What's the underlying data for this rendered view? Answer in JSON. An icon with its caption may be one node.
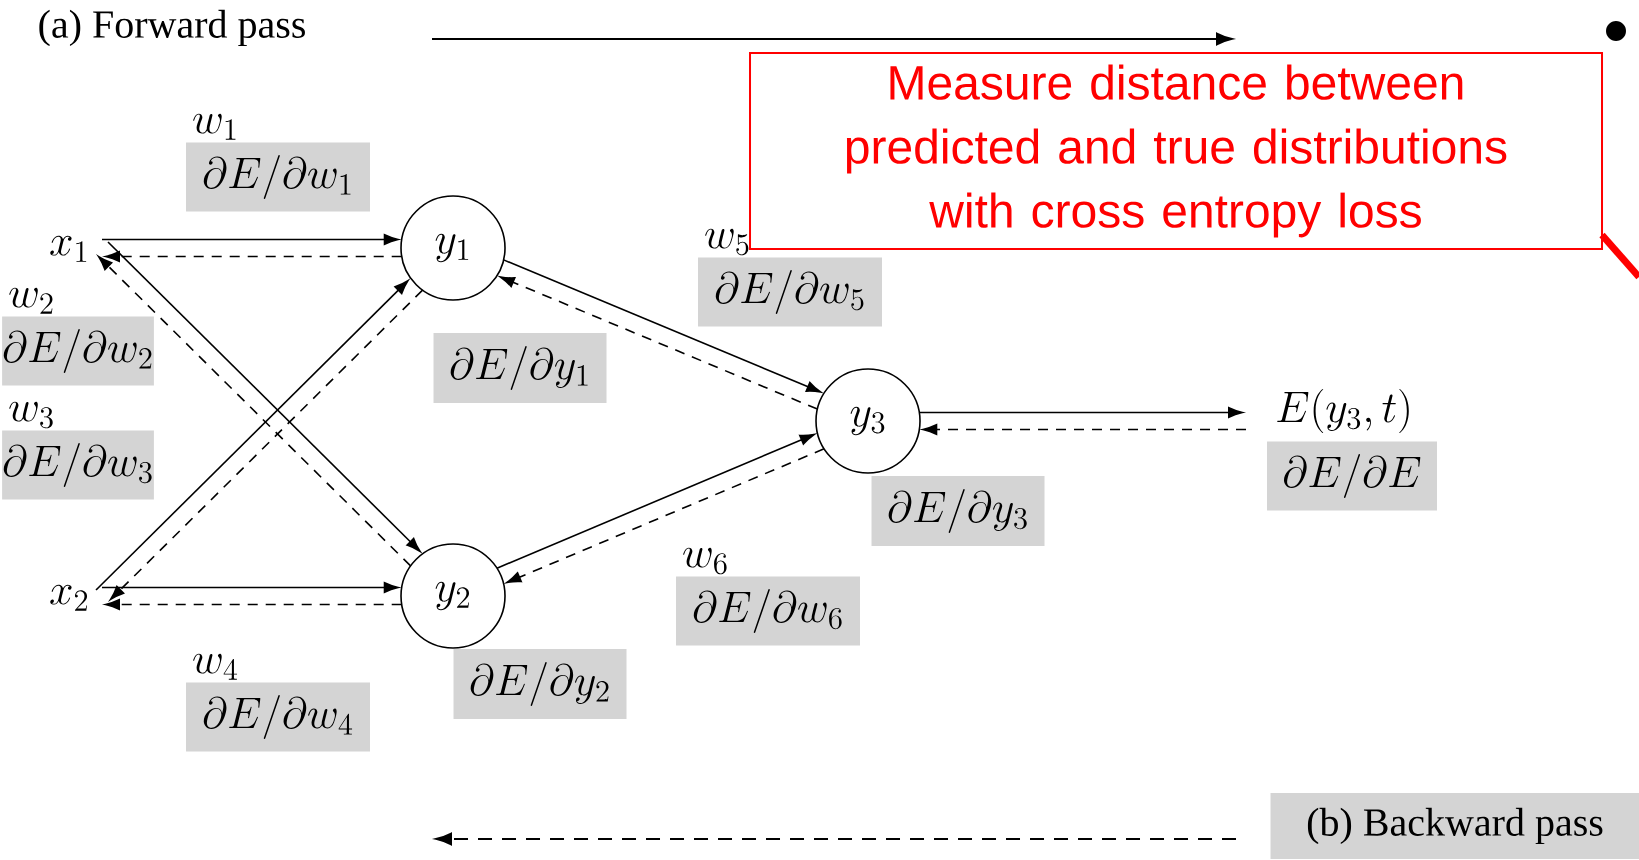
{
  "diagram": {
    "nodes": [
      {
        "text": [
          "x_1"
        ]
      },
      {
        "text": [
          "x_2"
        ]
      },
      {
        "text": [
          "y_1"
        ]
      },
      {
        "text": [
          "y_2"
        ]
      },
      {
        "text": [
          "y_3"
        ]
      },
      {
        "text": [
          "E(y_3,t)"
        ]
      },
      {
        "text": [
          "w_1",
          "\\partial E/\\partial w_1"
        ]
      },
      {
        "text": [
          "w_2",
          "\\partial E/\\partial w_2"
        ]
      },
      {
        "text": [
          "w_3",
          "\\partial E/\\partial w_3"
        ]
      },
      {
        "text": [
          "w_4",
          "\\partial E/\\partial w_4"
        ]
      },
      {
        "text": [
          "w_5",
          "\\partial E/\\partial w_5"
        ]
      },
      {
        "text": [
          "w_6",
          "\\partial E/\\partial w_6"
        ]
      },
      {
        "text": [
          "\\partial E/\\partial y_1"
        ]
      },
      {
        "text": [
          "\\partial E/\\partial y_2"
        ]
      },
      {
        "text": [
          "\\partial E/\\partial y_3"
        ]
      },
      {
        "text": [
          "\\partial E/\\partial E"
        ]
      },
      {
        "text": [
          "Measure distance between predicted and true distributions with cross entropy loss"
        ]
      },
      {
        "text": [
          "(b) Backward pass"
        ]
      }
    ],
    "edges": [
      {
        "from": 0,
        "to": 2,
        "arrow": "to"
      },
      {
        "from": 0,
        "to": 3,
        "arrow": "to"
      },
      {
        "from": 1,
        "to": 2,
        "arrow": "to"
      },
      {
        "from": 1,
        "to": 3,
        "arrow": "to"
      },
      {
        "from": 2,
        "to": 4,
        "arrow": "to"
      },
      {
        "from": 3,
        "to": 4,
        "arrow": "to"
      },
      {
        "from": 4,
        "to": 5,
        "arrow": "to"
      },
      {
        "from": 2,
        "to": 0,
        "arrow": "to",
        "style": "dashed"
      },
      {
        "from": 3,
        "to": 0,
        "arrow": "to",
        "style": "dashed"
      },
      {
        "from": 2,
        "to": 1,
        "arrow": "to",
        "style": "dashed"
      },
      {
        "from": 3,
        "to": 1,
        "arrow": "to",
        "style": "dashed"
      },
      {
        "from": 4,
        "to": 2,
        "arrow": "to",
        "style": "dashed"
      },
      {
        "from": 4,
        "to": 3,
        "arrow": "to",
        "style": "dashed"
      },
      {
        "from": 5,
        "to": 4,
        "arrow": "to",
        "style": "dashed"
      },
      {
        "from": 16,
        "to": null,
        "arrow": "none",
        "style": "thick",
        "color": "#ff0000"
      }
    ],
    "labels": [
      "(a) Forward pass"
    ]
  }
}
